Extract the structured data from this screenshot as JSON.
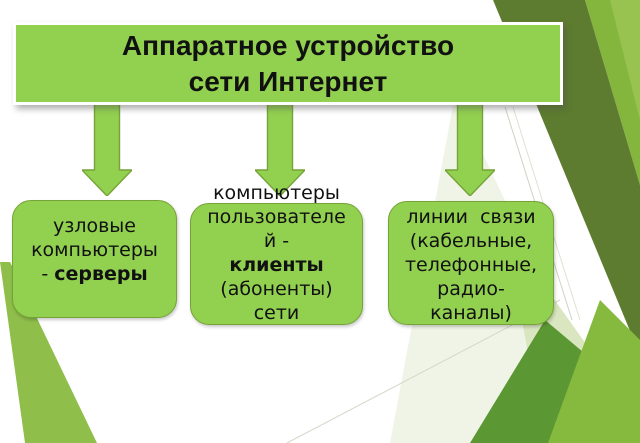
{
  "slide": {
    "title": {
      "lines": [
        "Аппаратное устройство",
        "сети Интернет"
      ]
    },
    "boxes": [
      {
        "id": "servers",
        "lines": [
          [
            {
              "t": "узловые"
            }
          ],
          [
            {
              "t": "компьютеры"
            }
          ],
          [
            {
              "t": "- "
            },
            {
              "t": "серверы",
              "b": true
            }
          ]
        ]
      },
      {
        "id": "clients",
        "lines": [
          [
            {
              "t": "компьютеры"
            }
          ],
          [
            {
              "t": "пользователе"
            }
          ],
          [
            {
              "t": "й -"
            }
          ],
          [
            {
              "t": "клиенты",
              "b": true
            }
          ],
          [
            {
              "t": "(абоненты)"
            }
          ],
          [
            {
              "t": "сети"
            }
          ]
        ]
      },
      {
        "id": "links",
        "lines": [
          [
            {
              "t": "линии  связи"
            }
          ],
          [
            {
              "t": "(кабельные,"
            }
          ],
          [
            {
              "t": "телефонные,"
            }
          ],
          [
            {
              "t": "радио-"
            }
          ],
          [
            {
              "t": "каналы)"
            }
          ]
        ]
      }
    ],
    "colors": {
      "shape_fill": "#92d050",
      "shape_border": "#76a337",
      "title_border": "#ffffff",
      "text": "#111111",
      "bg_dark_olive": "#5d7c2f",
      "bg_bright_green": "#84b63d",
      "bg_light_green": "#9cc653",
      "bg_mid_green": "#5b9733",
      "bg_right_band": "#85ba3e",
      "bg_pale_green": "#d9e6c0",
      "bg_faint_green": "#f0f4e6",
      "bg_wedge_green": "#8fbe4b",
      "background": "#ffffff"
    }
  }
}
